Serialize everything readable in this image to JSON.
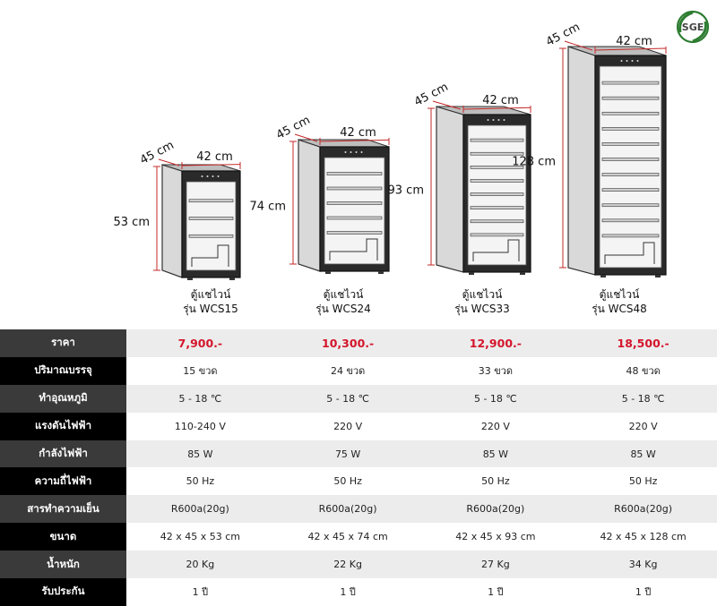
{
  "brand": {
    "logo_text": "SGE",
    "color": "#2e7d32"
  },
  "colors": {
    "dimension": "#c62828",
    "price": "#d4152b"
  },
  "products": [
    {
      "caption_line1": "ตู้แชไวน์",
      "caption_line2": "รุ่น WCS15",
      "depth": "45 cm",
      "width": "42 cm",
      "height": "53 cm",
      "shelves": 3
    },
    {
      "caption_line1": "ตู้แชไวน์",
      "caption_line2": "รุ่น WCS24",
      "depth": "45 cm",
      "width": "42 cm",
      "height": "74 cm",
      "shelves": 5
    },
    {
      "caption_line1": "ตู้แชไวน์",
      "caption_line2": "รุ่น WCS33",
      "depth": "45 cm",
      "width": "42 cm",
      "height": "93 cm",
      "shelves": 8
    },
    {
      "caption_line1": "ตู้แชไวน์",
      "caption_line2": "รุ่น WCS48",
      "depth": "45 cm",
      "width": "42 cm",
      "height": "128 cm",
      "shelves": 11
    }
  ],
  "table": {
    "rows": [
      {
        "label": "ราคา",
        "values": [
          "7,900.-",
          "10,300.-",
          "12,900.-",
          "18,500.-"
        ]
      },
      {
        "label": "ปริมาณบรรจุ",
        "values": [
          "15 ขวด",
          "24 ขวด",
          "33 ขวด",
          "48 ขวด"
        ]
      },
      {
        "label": "ทำอุณหภูมิ",
        "values": [
          "5 - 18 ℃",
          "5 - 18 ℃",
          "5 - 18 ℃",
          "5 - 18 ℃"
        ]
      },
      {
        "label": "แรงดันไฟฟ้า",
        "values": [
          "110-240 V",
          "220 V",
          "220 V",
          "220 V"
        ]
      },
      {
        "label": "กำลังไฟฟ้า",
        "values": [
          "85 W",
          "75 W",
          "85 W",
          "85 W"
        ]
      },
      {
        "label": "ความถี่ไฟฟ้า",
        "values": [
          "50 Hz",
          "50 Hz",
          "50 Hz",
          "50 Hz"
        ]
      },
      {
        "label": "สารทำความเย็น",
        "values": [
          "R600a(20g)",
          "R600a(20g)",
          "R600a(20g)",
          "R600a(20g)"
        ]
      },
      {
        "label": "ขนาด",
        "values": [
          "42 x 45 x 53 cm",
          "42 x 45 x 74 cm",
          "42 x 45 x 93 cm",
          "42 x 45 x 128 cm"
        ]
      },
      {
        "label": "น้ำหนัก",
        "values": [
          "20 Kg",
          "22 Kg",
          "27 Kg",
          "34 Kg"
        ]
      },
      {
        "label": "รับประกัน",
        "values": [
          "1 ปี",
          "1 ปี",
          "1 ปี",
          "1 ปี"
        ]
      }
    ]
  }
}
